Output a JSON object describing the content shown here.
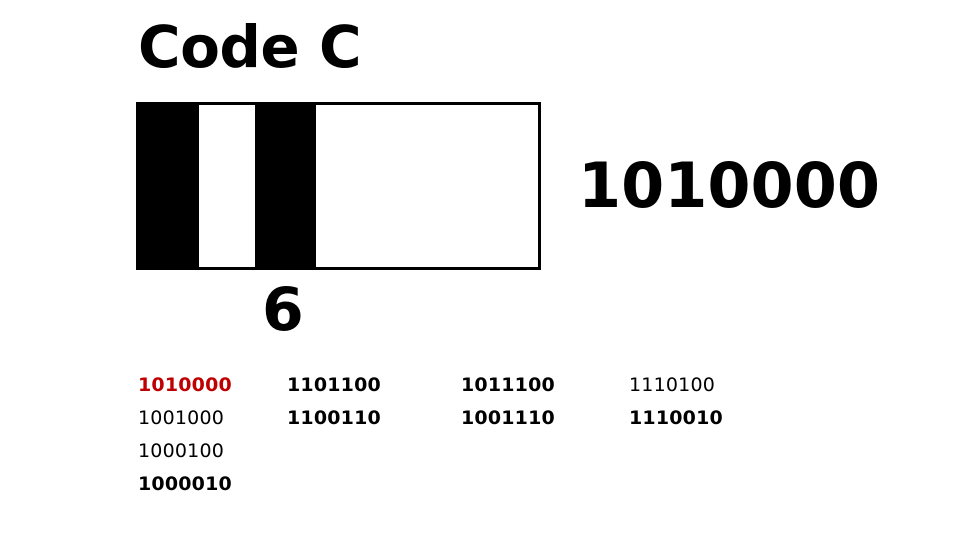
{
  "slide": {
    "title": "Code C",
    "background_color": "#FFFFFF",
    "text_color": "#000000",
    "highlight_color": "#C00000"
  },
  "barcode": {
    "encoded_value": "1010000",
    "digit_label": "6",
    "bar_pattern": "1010000",
    "bar_color": "#000000",
    "space_color": "#FFFFFF"
  },
  "readout": {
    "value": "1010000"
  },
  "code_table": {
    "columns": [
      {
        "cells": [
          {
            "text": "1010000",
            "weight": "bold",
            "color": "red"
          },
          {
            "text": "1001000",
            "weight": "normal",
            "color": "black"
          },
          {
            "text": "1000100",
            "weight": "normal",
            "color": "black"
          },
          {
            "text": "1000010",
            "weight": "bold",
            "color": "black"
          }
        ]
      },
      {
        "cells": [
          {
            "text": "1101100",
            "weight": "bold",
            "color": "black"
          },
          {
            "text": "1100110",
            "weight": "bold",
            "color": "black"
          }
        ]
      },
      {
        "cells": [
          {
            "text": "1011100",
            "weight": "bold",
            "color": "black"
          },
          {
            "text": "1001110",
            "weight": "bold",
            "color": "black"
          }
        ]
      },
      {
        "cells": [
          {
            "text": "1110100",
            "weight": "normal",
            "color": "black"
          },
          {
            "text": "1110010",
            "weight": "bold",
            "color": "black"
          }
        ]
      }
    ]
  }
}
